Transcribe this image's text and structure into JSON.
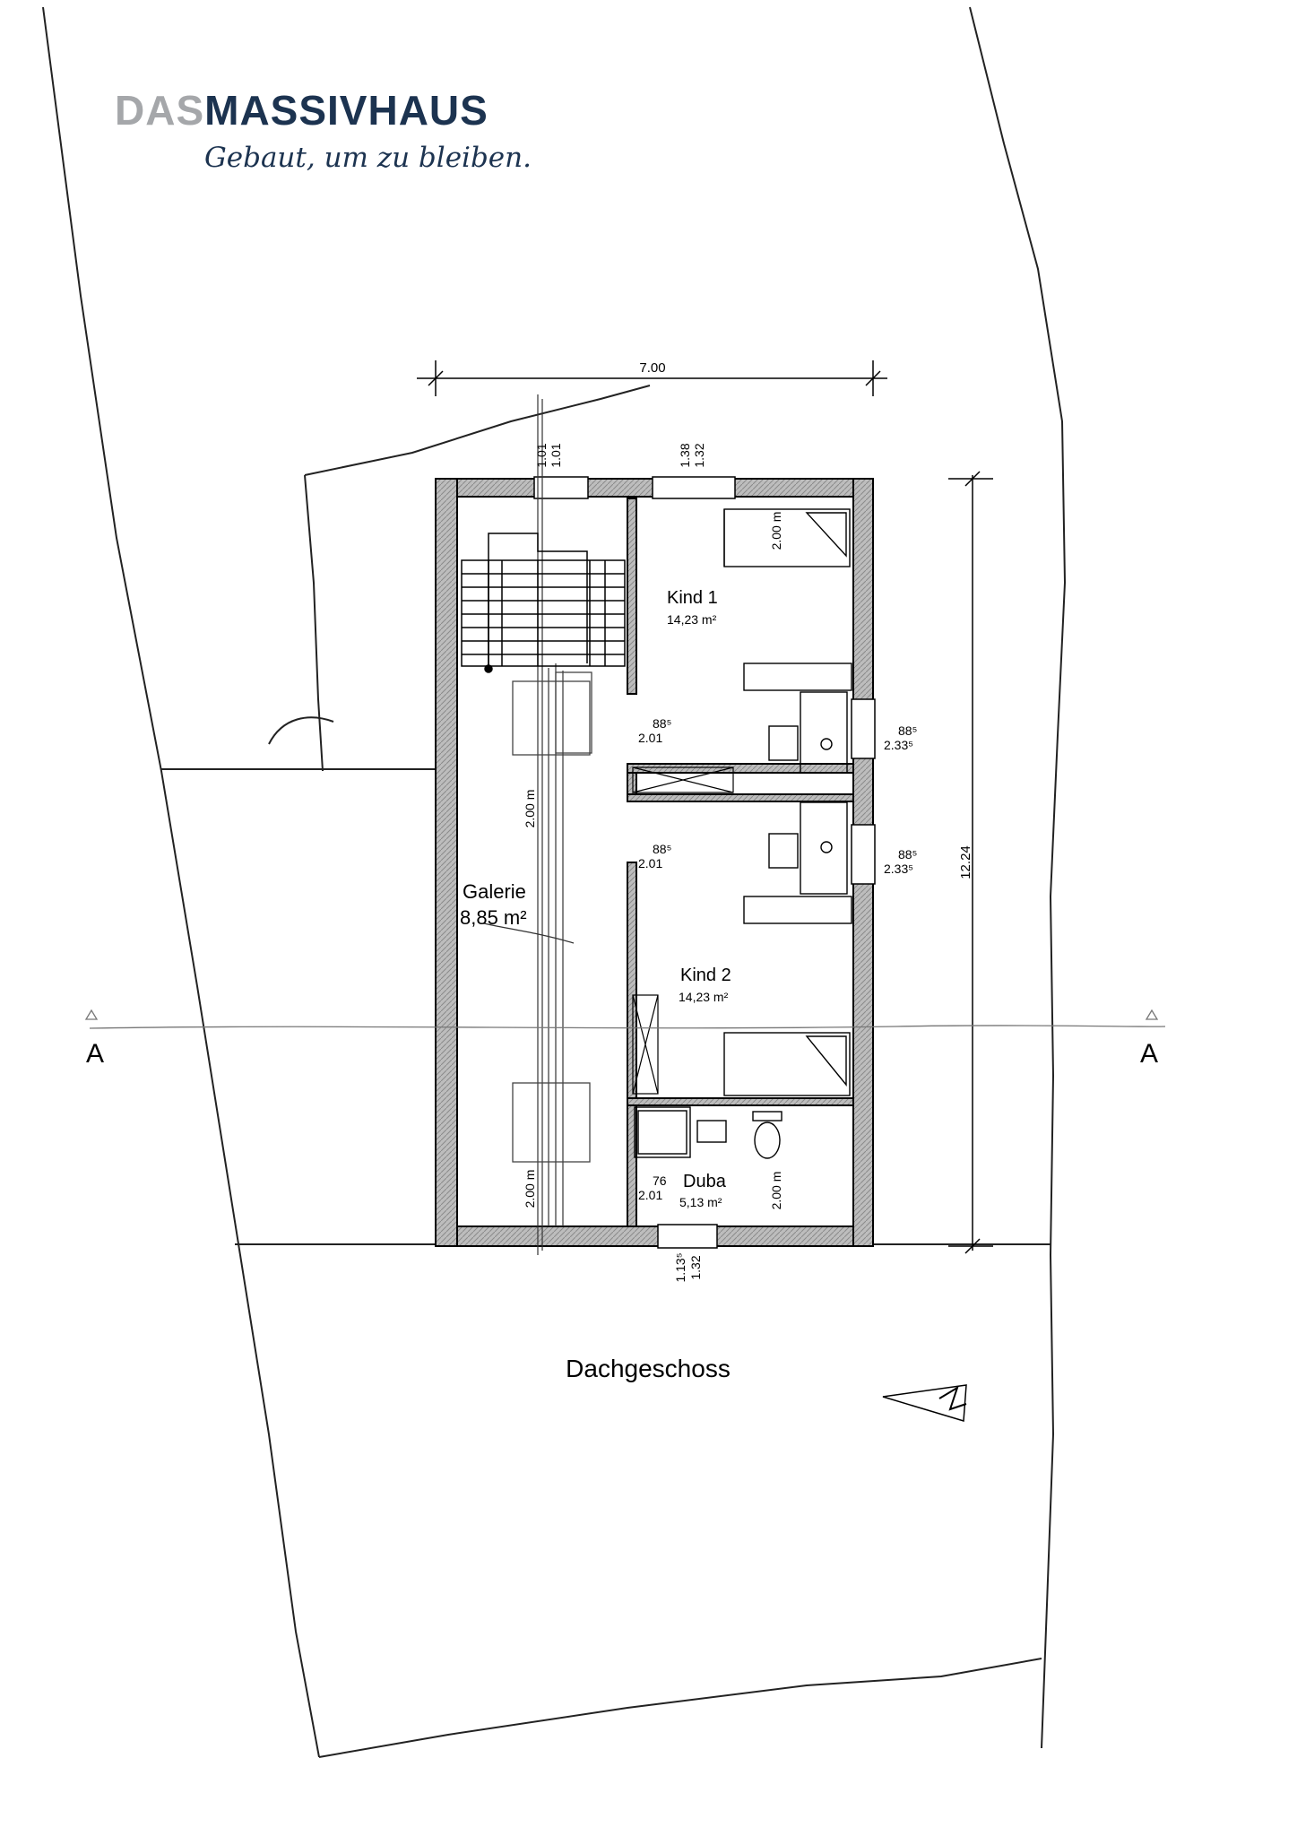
{
  "logo": {
    "brand_part1": "DAS",
    "brand_part2": "MASSIVHAUS",
    "slogan": "Gebaut, um zu bleiben.",
    "color_grey": "#a5a7aa",
    "color_navy": "#1c3350"
  },
  "floor_title": "Dachgeschoss",
  "rooms": {
    "kind1": {
      "name": "Kind 1",
      "area": "14,23 m²"
    },
    "kind2": {
      "name": "Kind 2",
      "area": "14,23 m²"
    },
    "galerie": {
      "name": "Galerie",
      "area": "8,85 m²"
    },
    "duba": {
      "name": "Duba",
      "area": "5,13 m²"
    }
  },
  "dimensions": {
    "width": "7.00",
    "depth": "12.24",
    "top_window_a1": "1.01",
    "top_window_a2": "1.01",
    "top_window_b1": "1.38",
    "top_window_b2": "1.32",
    "bottom_window_1": "1.13⁵",
    "bottom_window_2": "1.32",
    "door_kind1_width": "88⁵",
    "door_kind1_height": "2.01",
    "door_kind2_width": "88⁵",
    "door_kind2_height": "2.01",
    "door_duba_width": "76",
    "door_duba_height": "2.01",
    "window_right1_width": "88⁵",
    "window_right1_height": "2.33⁵",
    "window_right2_width": "88⁵",
    "window_right2_height": "2.33⁵",
    "height_line_kind1": "2.00 m",
    "height_line_galerie": "2.00 m",
    "height_line_galerie_bottom": "2.00 m",
    "height_line_duba": "2.00 m"
  },
  "section_marks": {
    "left": "A",
    "right": "A"
  },
  "north_arrow": "N"
}
